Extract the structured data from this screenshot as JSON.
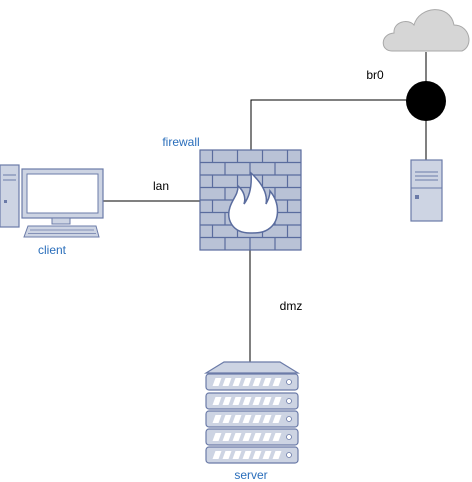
{
  "colors": {
    "line": "#000000",
    "icon_fill": "#cdd4e3",
    "icon_stroke": "#6b7ba8",
    "brick_fill": "#b9c2d6",
    "brick_stroke": "#5a6c9e",
    "cloud_fill": "#d6d6d6",
    "cloud_stroke": "#a8a8a8",
    "hub_fill": "#000000",
    "accent_label": "#2a6ebb",
    "text": "#000000"
  },
  "nodes": {
    "client": {
      "label": "client",
      "icon": "desktop-pc-icon"
    },
    "firewall": {
      "label": "firewall",
      "icon": "firewall-icon"
    },
    "server": {
      "label": "server",
      "icon": "server-rack-icon"
    },
    "cloud": {
      "icon": "cloud-icon"
    },
    "hub": {
      "icon": "bridge-hub-icon"
    },
    "tower": {
      "icon": "tower-server-icon"
    }
  },
  "edges": {
    "lan": {
      "label": "lan"
    },
    "dmz": {
      "label": "dmz"
    },
    "br0": {
      "label": "br0"
    }
  }
}
